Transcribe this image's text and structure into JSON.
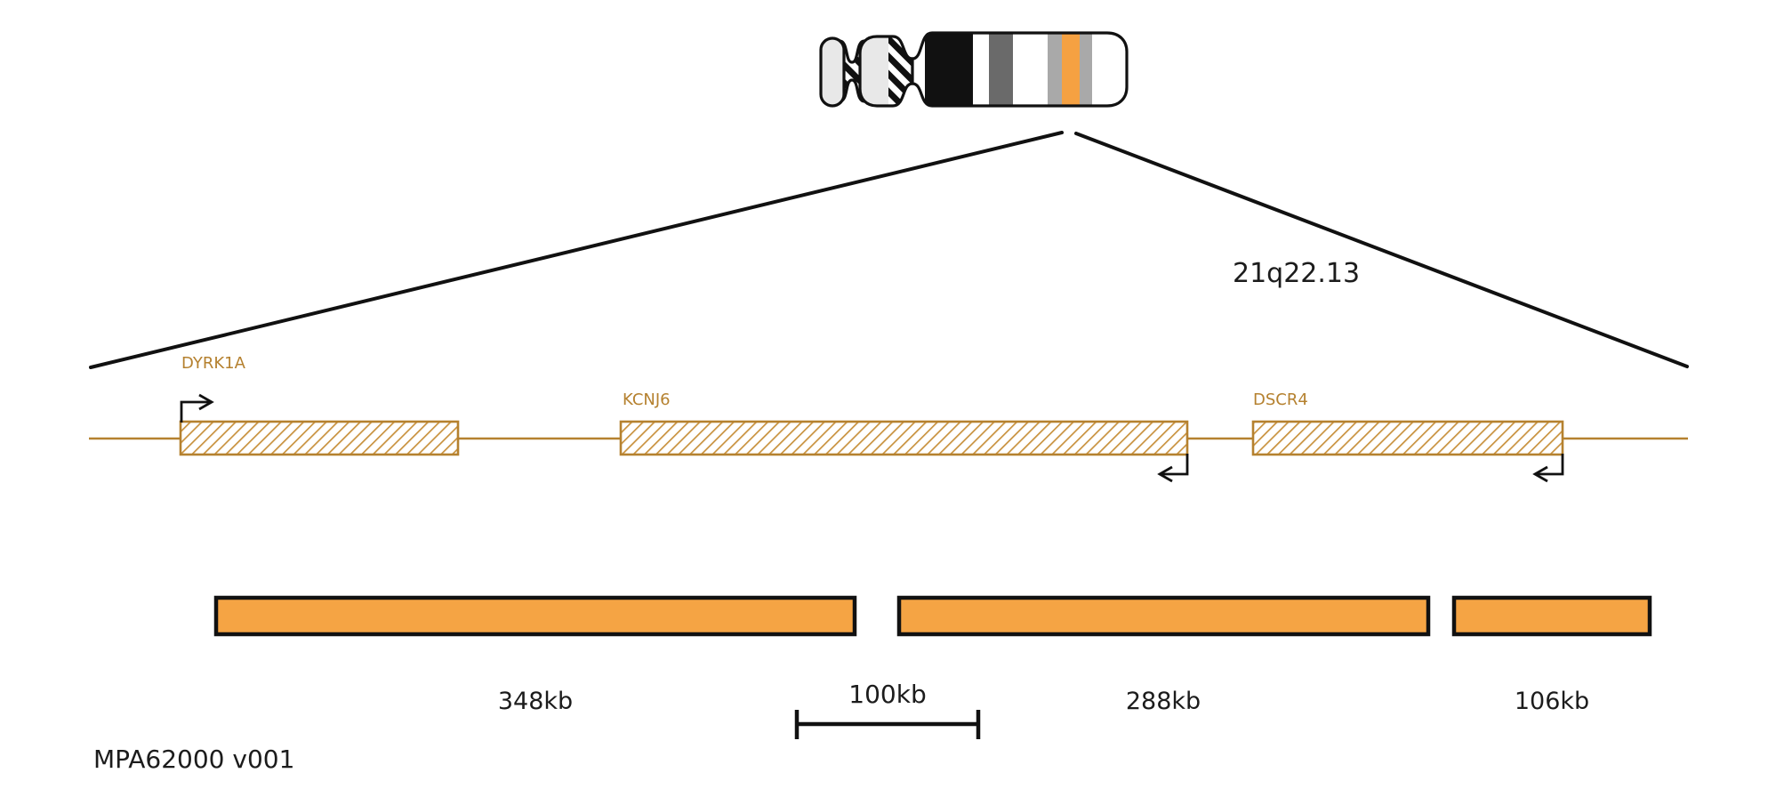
{
  "figure_type": "genomic-locus-diagram",
  "ideogram": {
    "chromosome": "21",
    "highlighted_band_label": "21q22.13",
    "band_pattern": [
      "satellite-gray",
      "stalk-hatched",
      "gray",
      "centromere-hatched",
      "white",
      "black",
      "white",
      "dark-gray",
      "white",
      "light-gray",
      "orange-highlight",
      "light-gray",
      "white"
    ]
  },
  "gene_track": {
    "genes": [
      {
        "name": "DYRK1A",
        "strand": "forward",
        "arrow": "promoter-up-right"
      },
      {
        "name": "KCNJ6",
        "strand": "reverse",
        "arrow": "promoter-down-left"
      },
      {
        "name": "DSCR4",
        "strand": "reverse",
        "arrow": "promoter-down-left"
      }
    ]
  },
  "segments": [
    {
      "label": "348kb",
      "size_kb": 348
    },
    {
      "label": "288kb",
      "size_kb": 288
    },
    {
      "label": "106kb",
      "size_kb": 106
    }
  ],
  "scale_bar": {
    "label": "100kb",
    "size_kb": 100
  },
  "footer": {
    "version_label": "MPA62000 v001"
  },
  "colors": {
    "accent_orange": "#F5A142",
    "bar_orange": "#F5A444",
    "gene_outline_brown": "#B5812F",
    "gene_hatch_brown": "#C8913D",
    "chromosome_gray": "#E8E8E8",
    "band_dark_gray": "#6A6A6A",
    "band_light_gray": "#A9A9A9",
    "outline_black": "#111111"
  }
}
